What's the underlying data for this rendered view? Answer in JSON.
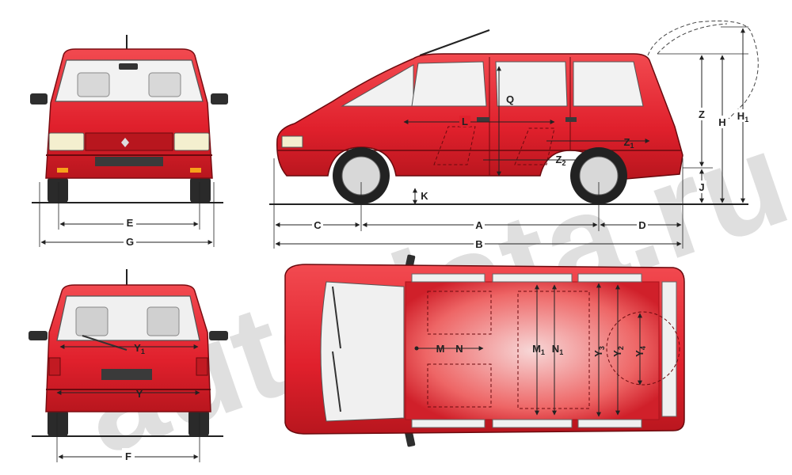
{
  "colors": {
    "body": "#e0202c",
    "body_dark": "#a8141c",
    "body_light": "#f25a5e",
    "glass": "#f2f2f2",
    "line": "#222222",
    "watermark": "#b8b8b8"
  },
  "watermark": "autodata.ru",
  "front_view": {
    "dims": {
      "track": "E",
      "width": "G"
    }
  },
  "rear_view": {
    "dims": {
      "rear_track": "F",
      "rear_width": "Y",
      "rear_width_upper": "Y1"
    }
  },
  "side_view": {
    "dims": {
      "front_overhang": "C",
      "wheelbase": "A",
      "rear_overhang": "D",
      "length": "B",
      "ground_clearance": "K",
      "height_load": "Z",
      "height": "H",
      "height_open": "H1",
      "sill_height": "J",
      "interior_length": "L",
      "door_height": "Q",
      "rear_height": "Z1",
      "rear_height_inner": "Z2"
    }
  },
  "top_view": {
    "dims": {
      "front_row": "M",
      "front_row_n": "N",
      "rear_row": "M1",
      "rear_row_n": "N1",
      "width_y2": "Y2",
      "width_y3": "Y3",
      "width_y4": "Y4"
    }
  }
}
